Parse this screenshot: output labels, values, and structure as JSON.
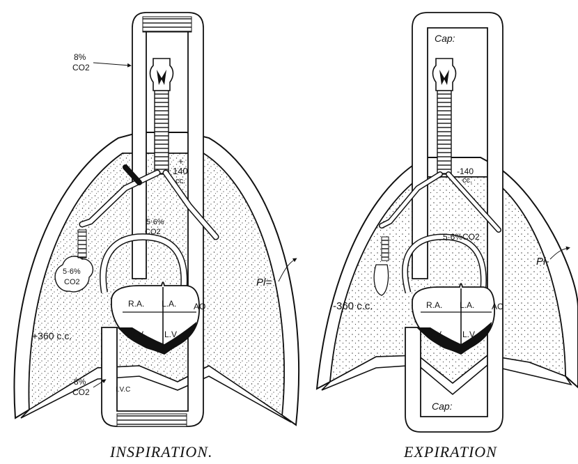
{
  "inspiration": {
    "caption": "INSPIRATION.",
    "label_co2_top": "8%",
    "label_co2_top_unit": "CO2",
    "label_trachea_sign": "+",
    "label_trachea_vol": "140",
    "label_trachea_unit": "cc.",
    "label_alveolar": "5·6%",
    "label_alveolar_unit": "CO2",
    "label_sac": "5·6%",
    "label_sac_unit": "CO2",
    "label_ra": "R.A.",
    "label_la": "L.A.",
    "label_ao": "AO",
    "label_rv": "R.V.",
    "label_lv": "L.V.",
    "label_pl": "Pl=",
    "label_lung_vol": "+360 c.c.",
    "label_co2_bottom": "8%",
    "label_co2_bottom_unit": "CO2",
    "label_ivc": "I.V.C"
  },
  "expiration": {
    "caption": "EXPIRATION",
    "label_cap_top": "Cap:",
    "label_trachea_vol": "-140",
    "label_trachea_unit": "cc.",
    "label_alveolar": "5·6%CO2",
    "label_ra": "R.A.",
    "label_la": "L.A.",
    "label_ao": "AO",
    "label_rv": "R.V.",
    "label_lv": "L.V.",
    "label_pl": "Pl-",
    "label_lung_vol": "-360 c.c.",
    "label_cap_bottom": "Cap:"
  }
}
